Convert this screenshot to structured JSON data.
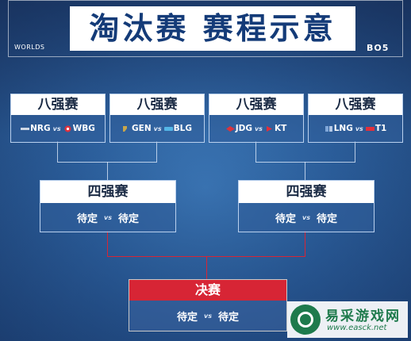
{
  "header": {
    "title": "淘汰赛 赛程示意",
    "left_tag": "WORLDS",
    "right_tag": "BO5"
  },
  "colors": {
    "title_text": "#143b78",
    "final_accent": "#d72535",
    "card_bg": "#325f9b",
    "background": "#2c5f9c"
  },
  "quarterfinals": [
    {
      "label": "八强赛",
      "team1": "NRG",
      "team1_logo": "nrg-logo-icon",
      "vs": "vs",
      "team2": "WBG",
      "team2_logo": "wbg-logo-icon"
    },
    {
      "label": "八强赛",
      "team1": "GEN",
      "team1_logo": "gen-logo-icon",
      "vs": "vs",
      "team2": "BLG",
      "team2_logo": "blg-logo-icon"
    },
    {
      "label": "八强赛",
      "team1": "JDG",
      "team1_logo": "jdg-logo-icon",
      "vs": "vs",
      "team2": "KT",
      "team2_logo": "kt-logo-icon"
    },
    {
      "label": "八强赛",
      "team1": "LNG",
      "team1_logo": "lng-logo-icon",
      "vs": "vs",
      "team2": "T1",
      "team2_logo": "t1-logo-icon"
    }
  ],
  "semifinals": [
    {
      "label": "四强赛",
      "team1": "待定",
      "vs": "vs",
      "team2": "待定"
    },
    {
      "label": "四强赛",
      "team1": "待定",
      "vs": "vs",
      "team2": "待定"
    }
  ],
  "final": {
    "label": "决赛",
    "team1": "待定",
    "vs": "vs",
    "team2": "待定"
  },
  "watermark": {
    "name": "易采游戏网",
    "url": "www.easck.net"
  }
}
